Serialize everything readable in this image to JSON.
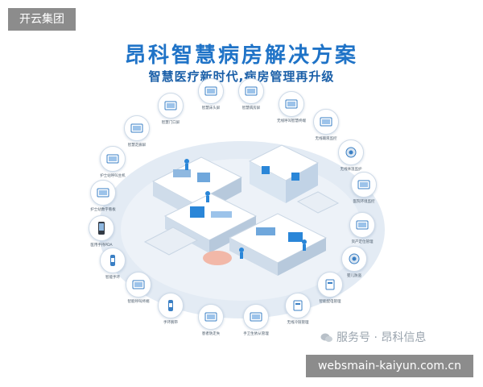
{
  "tag_label": "开云集团",
  "title": "昂科智慧病房解决方案",
  "subtitle": "智慧医疗新时代,病房管理再升级",
  "colors": {
    "title": "#1f73c7",
    "subtitle": "#1a5fa8",
    "floor": "#dfe8f2",
    "accent": "#2a86d8"
  },
  "ring_items": [
    {
      "label": "智慧床头屏",
      "icon": "bedside-screen-icon"
    },
    {
      "label": "智慧病房屏",
      "icon": "ward-screen-icon"
    },
    {
      "label": "无线呼叫智慧终端",
      "icon": "call-terminal-icon"
    },
    {
      "label": "无线输液监控",
      "icon": "infusion-monitor-icon"
    },
    {
      "label": "无线体温监护",
      "icon": "temperature-icon"
    },
    {
      "label": "医院环境监控",
      "icon": "environment-monitor-icon"
    },
    {
      "label": "资产定位管理",
      "icon": "asset-location-icon"
    },
    {
      "label": "婴儿防盗",
      "icon": "infant-security-icon"
    },
    {
      "label": "智能配电管理",
      "icon": "power-management-icon"
    },
    {
      "label": "无线冷链管理",
      "icon": "cold-chain-icon"
    },
    {
      "label": "手卫生依从管理",
      "icon": "hand-hygiene-icon"
    },
    {
      "label": "患者防走失",
      "icon": "patient-tracking-icon"
    },
    {
      "label": "手环腕带",
      "icon": "wristband-icon"
    },
    {
      "label": "智能呼叫终端",
      "icon": "call-button-icon"
    },
    {
      "label": "智能手环",
      "icon": "smart-band-icon"
    },
    {
      "label": "医用手持PDA",
      "icon": "pda-icon"
    },
    {
      "label": "护士站数字看板",
      "icon": "nurse-board-icon"
    },
    {
      "label": "护士站呼叫主机",
      "icon": "nurse-call-host-icon"
    },
    {
      "label": "智慧走廊屏",
      "icon": "corridor-screen-icon"
    },
    {
      "label": "智慧门口屏",
      "icon": "door-screen-icon"
    }
  ],
  "watermark": "服务号 · 昂科信息",
  "url": "websmain-kaiyun.com.cn"
}
